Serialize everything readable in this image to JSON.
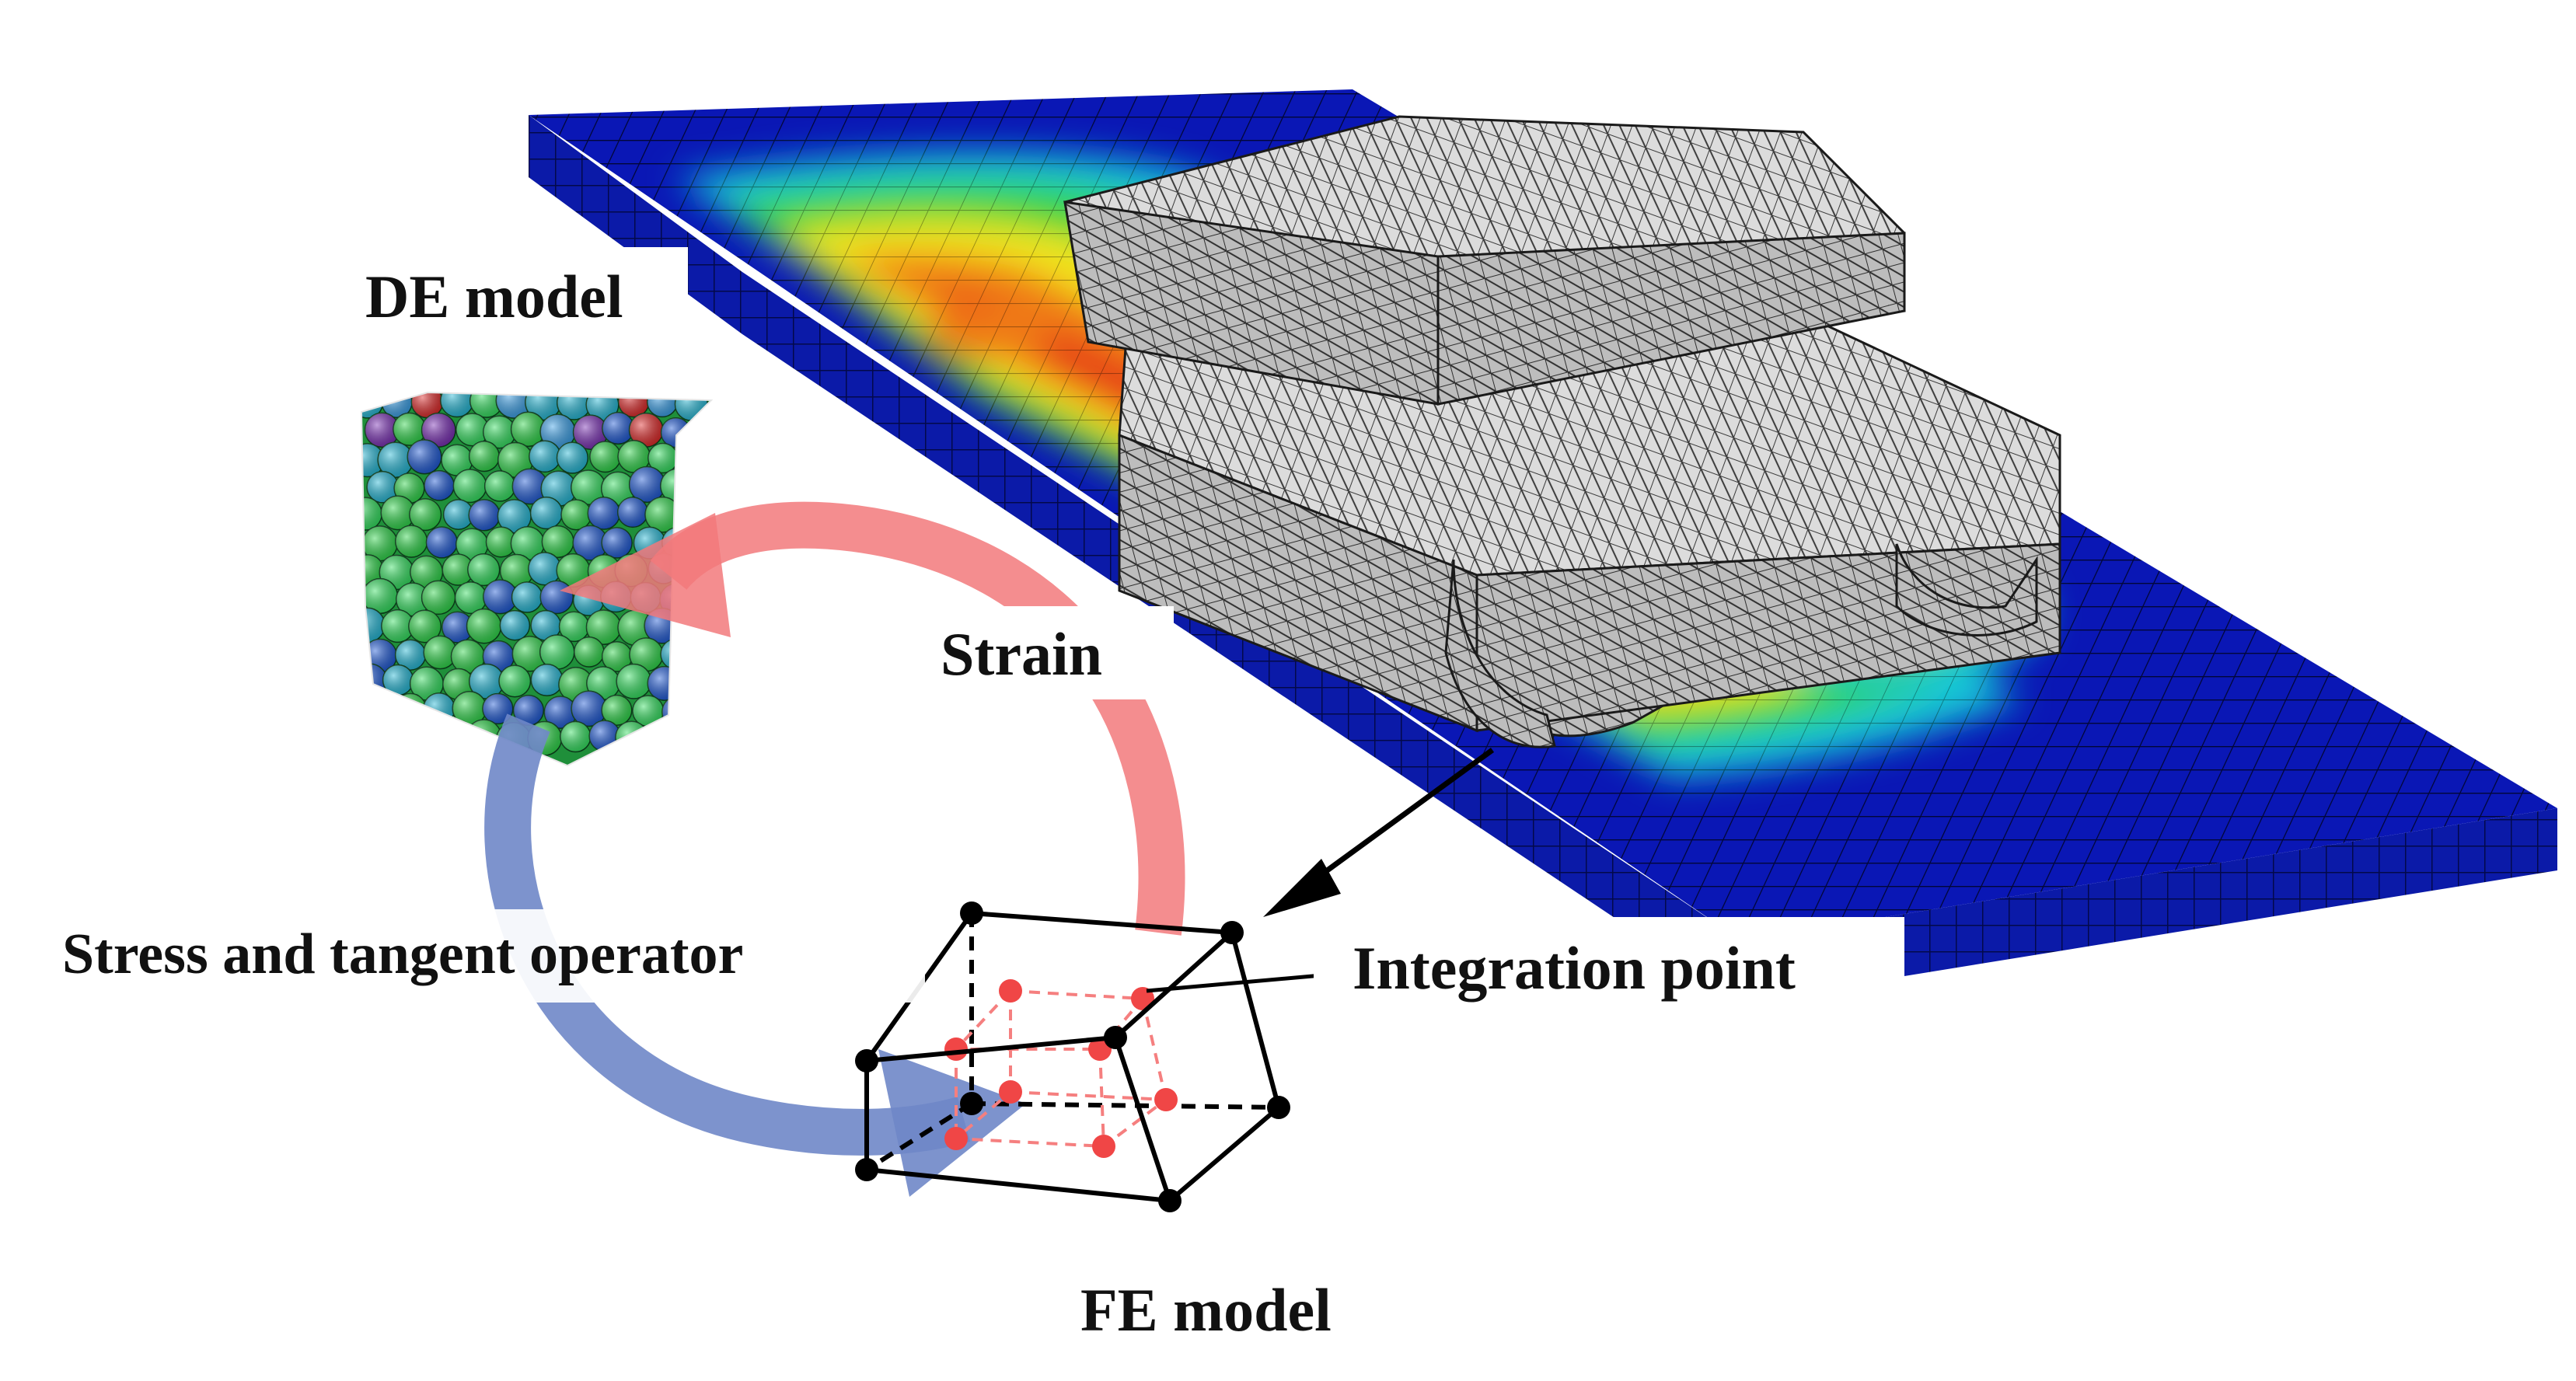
{
  "labels": {
    "de_model": "DE model",
    "strain": "Strain",
    "stress_tangent": "Stress and tangent operator",
    "integration_point": "Integration point",
    "fe_model": "FE model"
  },
  "colors": {
    "soil_low": "#0a17b5",
    "soil_mid": "#19c6d8",
    "soil_green": "#31d43a",
    "soil_yellow": "#f2e51a",
    "soil_orange": "#f07a12",
    "soil_high": "#e31414",
    "vehicle": "#d9d9d9",
    "strain_arrow": "#f2797b",
    "stress_arrow": "#6f87c8",
    "integration_node": "#f04646"
  }
}
